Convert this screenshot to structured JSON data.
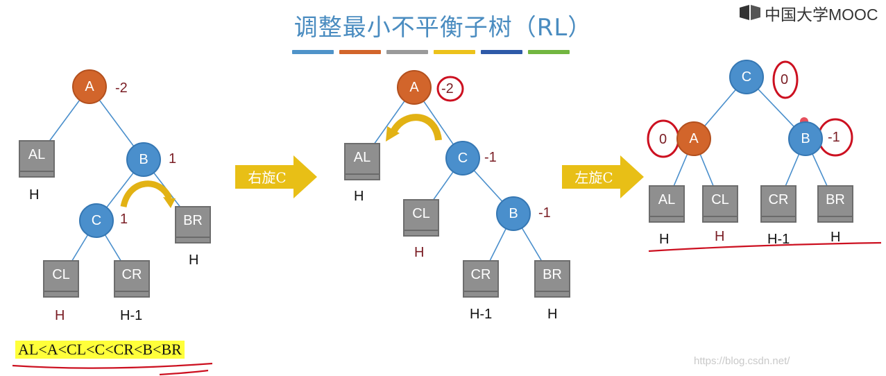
{
  "title": "调整最小不平衡子树（RL）",
  "logo": {
    "text": "中国大学MOOC",
    "icon": "mooc-logo-icon"
  },
  "color_bar": [
    "#4f93c9",
    "#d2652b",
    "#9a9a9a",
    "#ecc21b",
    "#2e5aa8",
    "#72b640"
  ],
  "stage1": {
    "nodes": {
      "A": "A",
      "B": "B",
      "C": "C"
    },
    "balances": {
      "A": "-2",
      "B": "1",
      "C": "1"
    },
    "leaves": {
      "AL": "AL",
      "BR": "BR",
      "CL": "CL",
      "CR": "CR"
    },
    "heights": {
      "AL": "H",
      "BR": "H",
      "CL": "H",
      "CR": "H-1"
    }
  },
  "arrow1": "右旋C",
  "stage2": {
    "nodes": {
      "A": "A",
      "C": "C",
      "B": "B"
    },
    "balances": {
      "A": "-2",
      "C": "-1",
      "B": "-1"
    },
    "leaves": {
      "AL": "AL",
      "CL": "CL",
      "CR": "CR",
      "BR": "BR"
    },
    "heights": {
      "AL": "H",
      "CL": "H",
      "CR": "H-1",
      "BR": "H"
    }
  },
  "arrow2": "左旋C",
  "stage3": {
    "nodes": {
      "C": "C",
      "A": "A",
      "B": "B"
    },
    "balances": {
      "C": "0",
      "A": "0",
      "B": "-1"
    },
    "leaves": {
      "AL": "AL",
      "CL": "CL",
      "CR": "CR",
      "BR": "BR"
    },
    "heights": {
      "AL": "H",
      "CL": "H",
      "CR": "H-1",
      "BR": "H"
    }
  },
  "inequality": "AL<A<CL<C<CR<B<BR",
  "watermark": "https://blog.csdn.net/"
}
